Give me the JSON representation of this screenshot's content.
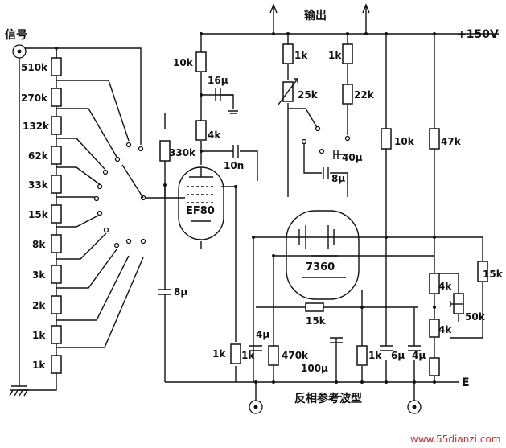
{
  "labels": {
    "signal": "信号",
    "output": "输出",
    "supply": "+150V",
    "ground_e": "E",
    "reference": "反相参考波型",
    "watermark": "www.55dianzi.com"
  },
  "tubes": {
    "pentode": "EF80",
    "twin_triode": "7360"
  },
  "attenuator": {
    "resistors": [
      "510k",
      "270k",
      "132k",
      "62k",
      "33k",
      "15k",
      "8k",
      "3k",
      "2k",
      "1k",
      "1k"
    ]
  },
  "components": {
    "r_10k_top": "10k",
    "c_16u": "16μ",
    "r_4k": "4k",
    "r_330k": "330k",
    "c_10n": "10n",
    "c_8u_left": "8μ",
    "r_1k_left_out": "1k",
    "r_1k_right_out": "1k",
    "vr_25k": "25k",
    "r_22k": "22k",
    "c_40u": "40μ",
    "c_8u_mid": "8μ",
    "r_10k_right": "10k",
    "r_47k": "47k",
    "r_15k_mid": "15k",
    "r_1k_cathode": "1k",
    "c_4u_a": "4μ",
    "r_470k": "470k",
    "c_100u": "100μ",
    "r_1k_b": "1k",
    "c_6u": "6μ",
    "c_4u_b": "4μ",
    "r_4k_a": "4k",
    "r_4k_b": "4k",
    "r_15k_right": "15k",
    "vr_50k": "50k"
  }
}
